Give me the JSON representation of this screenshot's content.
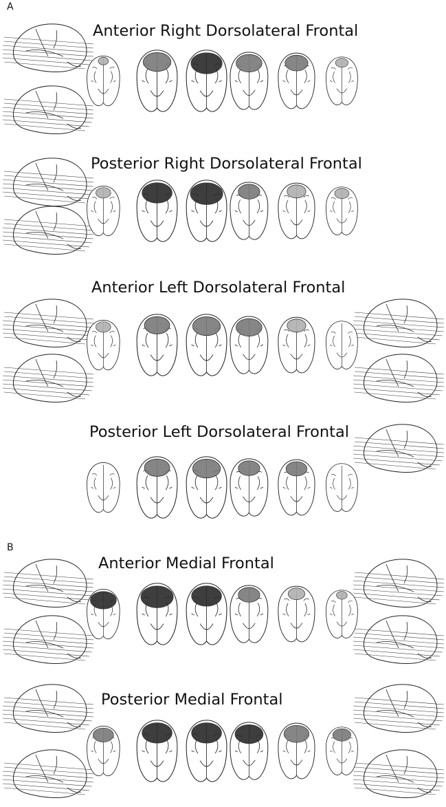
{
  "panel_letters": [
    "A",
    "B"
  ],
  "sections": [
    {
      "title": "Anterior Right Dorsolateral Frontal",
      "lesion": [
        0.05,
        0.7,
        0.85,
        0.7,
        0.6,
        0.2
      ]
    },
    {
      "title": "Posterior Right Dorsolateral Frontal",
      "lesion": [
        0.3,
        0.8,
        0.9,
        0.5,
        0.4,
        0.3
      ]
    },
    {
      "title": "Anterior Left Dorsolateral Frontal",
      "lesion": [
        0.3,
        0.6,
        0.7,
        0.7,
        0.4,
        0.0
      ]
    },
    {
      "title": "Posterior Left Dorsolateral Frontal",
      "lesion": [
        0.0,
        0.6,
        0.7,
        0.5,
        0.5,
        0.0
      ]
    },
    {
      "title": "Anterior Medial Frontal",
      "lesion": [
        0.9,
        0.9,
        0.8,
        0.5,
        0.3,
        0.1
      ]
    },
    {
      "title": "Posterior Medial Frontal",
      "lesion": [
        0.6,
        0.8,
        0.8,
        0.8,
        0.7,
        0.5
      ]
    }
  ],
  "colors": {
    "lesion_dark": "#2a2a2a",
    "lesion_mid": "#7a7a7a",
    "lesion_light": "#b0b0b0",
    "outline": "#222222"
  }
}
